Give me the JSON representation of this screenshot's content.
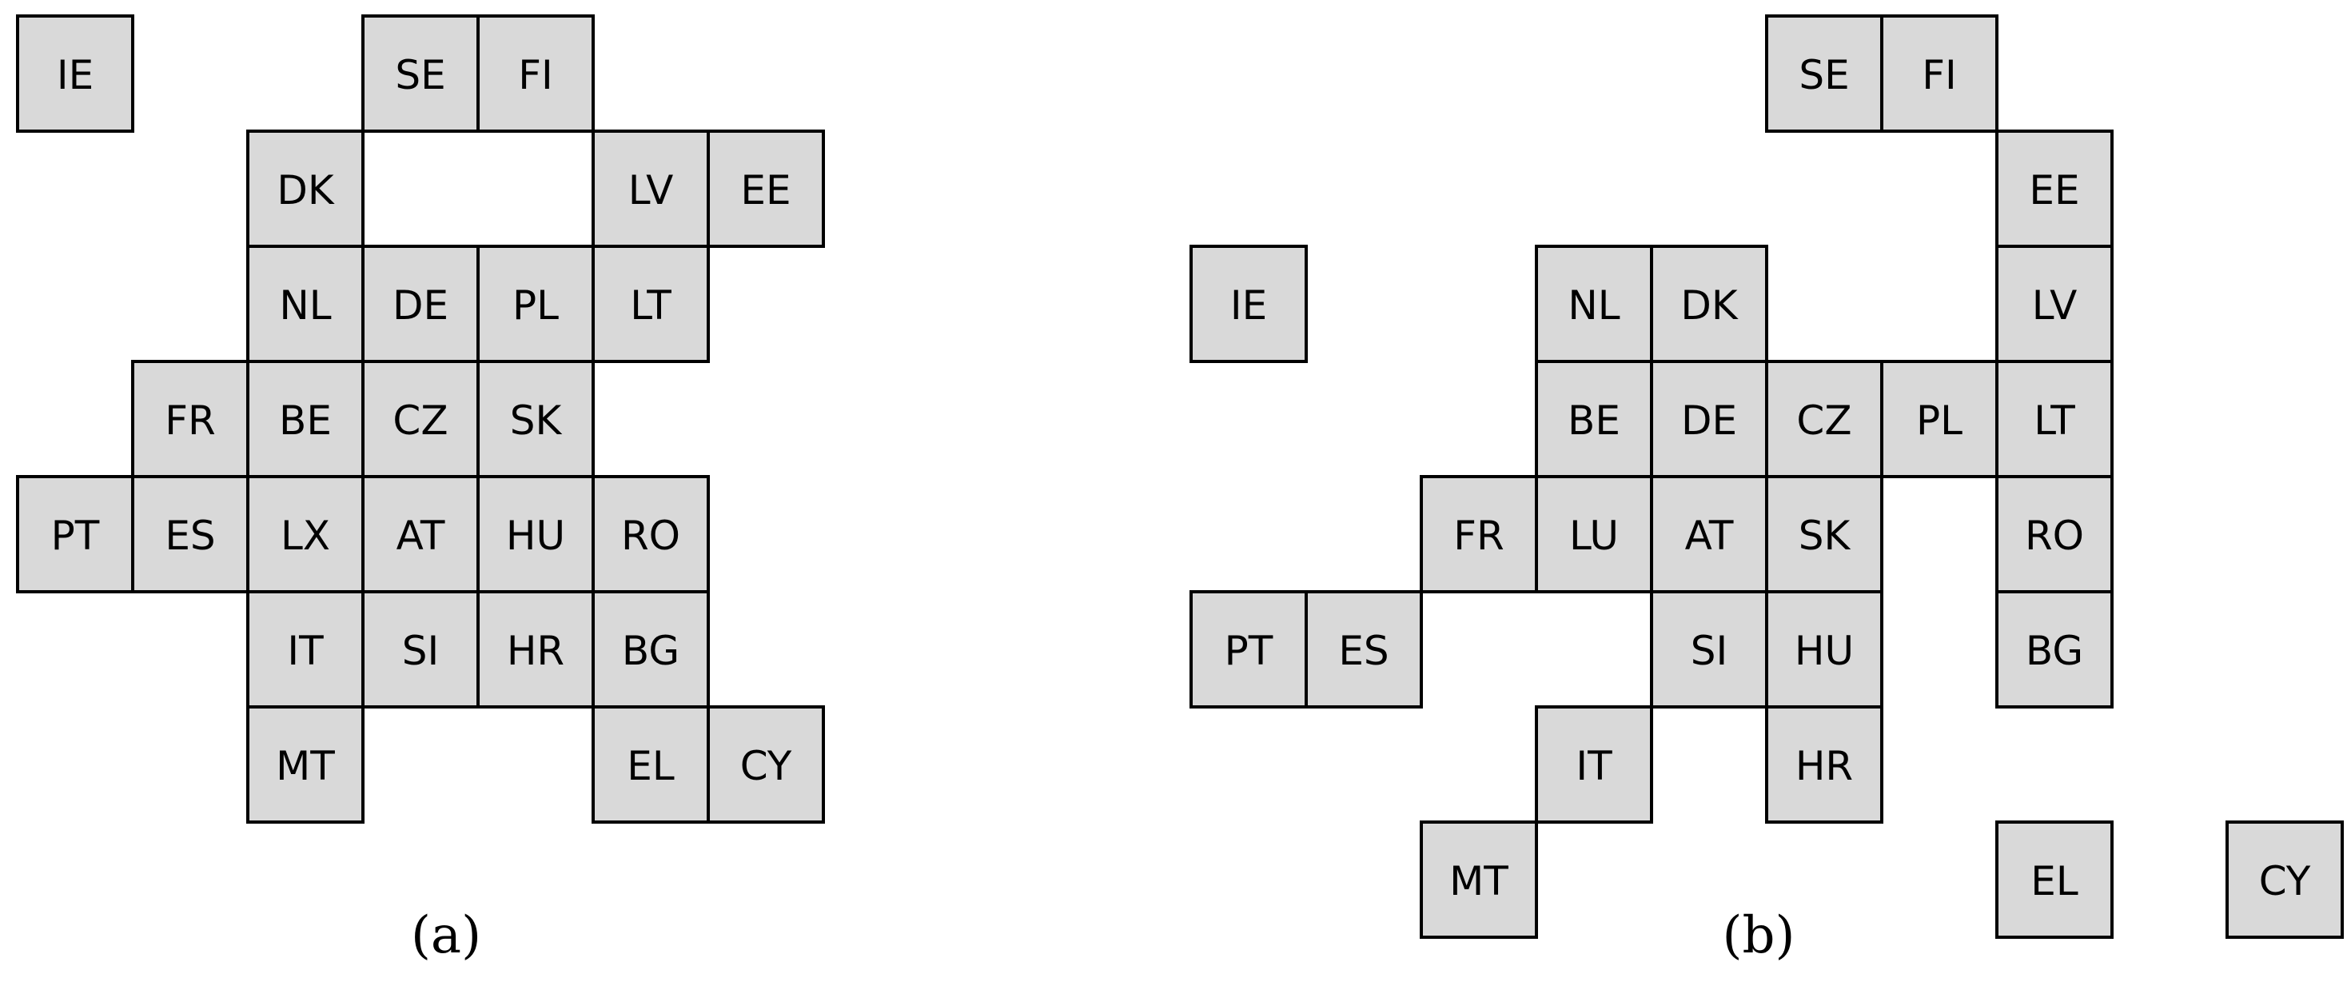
{
  "colors": {
    "tile_fill": "#d9d9d9",
    "tile_stroke": "#000000",
    "background": "#ffffff"
  },
  "panels": [
    {
      "caption": "(a)",
      "tiles": [
        {
          "label": "IE",
          "col": 0,
          "row": 0
        },
        {
          "label": "SE",
          "col": 3,
          "row": 0
        },
        {
          "label": "FI",
          "col": 4,
          "row": 0
        },
        {
          "label": "DK",
          "col": 2,
          "row": 1
        },
        {
          "label": "LV",
          "col": 5,
          "row": 1
        },
        {
          "label": "EE",
          "col": 6,
          "row": 1
        },
        {
          "label": "NL",
          "col": 2,
          "row": 2
        },
        {
          "label": "DE",
          "col": 3,
          "row": 2
        },
        {
          "label": "PL",
          "col": 4,
          "row": 2
        },
        {
          "label": "LT",
          "col": 5,
          "row": 2
        },
        {
          "label": "FR",
          "col": 1,
          "row": 3
        },
        {
          "label": "BE",
          "col": 2,
          "row": 3
        },
        {
          "label": "CZ",
          "col": 3,
          "row": 3
        },
        {
          "label": "SK",
          "col": 4,
          "row": 3
        },
        {
          "label": "PT",
          "col": 0,
          "row": 4
        },
        {
          "label": "ES",
          "col": 1,
          "row": 4
        },
        {
          "label": "LX",
          "col": 2,
          "row": 4
        },
        {
          "label": "AT",
          "col": 3,
          "row": 4
        },
        {
          "label": "HU",
          "col": 4,
          "row": 4
        },
        {
          "label": "RO",
          "col": 5,
          "row": 4
        },
        {
          "label": "IT",
          "col": 2,
          "row": 5
        },
        {
          "label": "SI",
          "col": 3,
          "row": 5
        },
        {
          "label": "HR",
          "col": 4,
          "row": 5
        },
        {
          "label": "BG",
          "col": 5,
          "row": 5
        },
        {
          "label": "MT",
          "col": 2,
          "row": 6
        },
        {
          "label": "EL",
          "col": 5,
          "row": 6
        },
        {
          "label": "CY",
          "col": 6,
          "row": 6
        }
      ]
    },
    {
      "caption": "(b)",
      "tiles": [
        {
          "label": "SE",
          "col": 5,
          "row": 0
        },
        {
          "label": "FI",
          "col": 6,
          "row": 0
        },
        {
          "label": "EE",
          "col": 7,
          "row": 1
        },
        {
          "label": "IE",
          "col": 0,
          "row": 2
        },
        {
          "label": "NL",
          "col": 3,
          "row": 2
        },
        {
          "label": "DK",
          "col": 4,
          "row": 2
        },
        {
          "label": "LV",
          "col": 7,
          "row": 2
        },
        {
          "label": "BE",
          "col": 3,
          "row": 3
        },
        {
          "label": "DE",
          "col": 4,
          "row": 3
        },
        {
          "label": "CZ",
          "col": 5,
          "row": 3
        },
        {
          "label": "PL",
          "col": 6,
          "row": 3
        },
        {
          "label": "LT",
          "col": 7,
          "row": 3
        },
        {
          "label": "FR",
          "col": 2,
          "row": 4
        },
        {
          "label": "LU",
          "col": 3,
          "row": 4
        },
        {
          "label": "AT",
          "col": 4,
          "row": 4
        },
        {
          "label": "SK",
          "col": 5,
          "row": 4
        },
        {
          "label": "RO",
          "col": 7,
          "row": 4
        },
        {
          "label": "PT",
          "col": 0,
          "row": 5
        },
        {
          "label": "ES",
          "col": 1,
          "row": 5
        },
        {
          "label": "SI",
          "col": 4,
          "row": 5
        },
        {
          "label": "HU",
          "col": 5,
          "row": 5
        },
        {
          "label": "BG",
          "col": 7,
          "row": 5
        },
        {
          "label": "IT",
          "col": 3,
          "row": 6
        },
        {
          "label": "HR",
          "col": 5,
          "row": 6
        },
        {
          "label": "MT",
          "col": 2,
          "row": 7
        },
        {
          "label": "EL",
          "col": 7,
          "row": 7
        },
        {
          "label": "CY",
          "col": 9,
          "row": 7
        }
      ]
    }
  ]
}
